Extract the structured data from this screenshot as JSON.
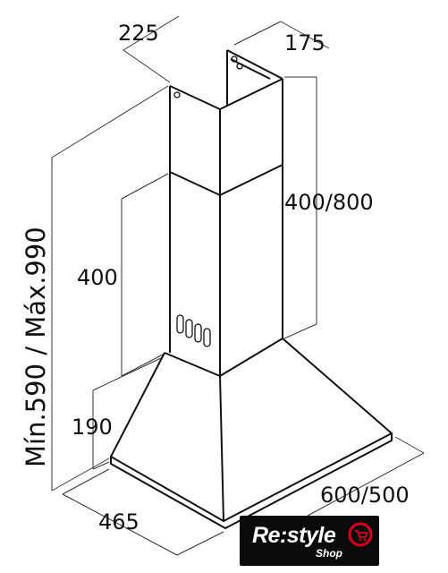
{
  "dimensions": {
    "top_depth": "225",
    "top_width": "175",
    "chimney_upper_height": "400/800",
    "chimney_lower_height": "400",
    "total_height": "Mín.590 / Máx.990",
    "hood_height": "190",
    "hood_depth": "465",
    "hood_width": "600/500"
  },
  "logo": {
    "brand": "Re:style",
    "sub": "Shop",
    "accent_color": "#e0001b",
    "mark_icon": "cart-at-icon"
  },
  "colors": {
    "line": "#111111",
    "background": "#ffffff"
  }
}
